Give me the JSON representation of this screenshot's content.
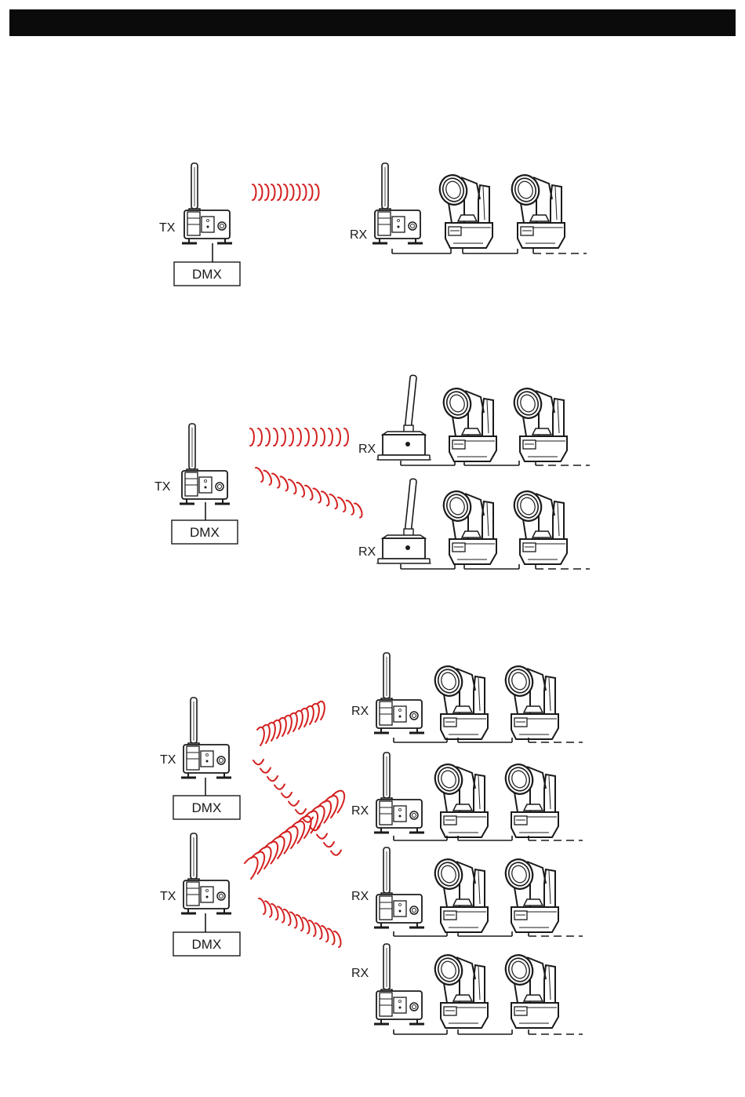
{
  "header": {
    "text": ""
  },
  "labels": {
    "tx": "TX",
    "rx": "RX",
    "dmx": "DMX"
  },
  "colors": {
    "header_bar": "#0b0b0b",
    "line_art": "#1a1a1a",
    "signal_wave": "#d42020"
  },
  "icons": {
    "transmitter": "wireless-dmx-transmitter-icon",
    "receiver": "wireless-dmx-receiver-icon",
    "fixture": "moving-head-light-icon",
    "signal": "radio-wave-icon"
  },
  "sections": [
    {
      "name": "single-transmitter-single-receiver",
      "transmitters": 1,
      "receivers": 1,
      "fixtures_per_receiver": 2
    },
    {
      "name": "single-transmitter-two-receivers",
      "transmitters": 1,
      "receivers": 2,
      "fixtures_per_receiver": 2
    },
    {
      "name": "two-transmitters-four-receivers",
      "transmitters": 2,
      "receivers": 4,
      "fixtures_per_receiver": 2
    }
  ]
}
